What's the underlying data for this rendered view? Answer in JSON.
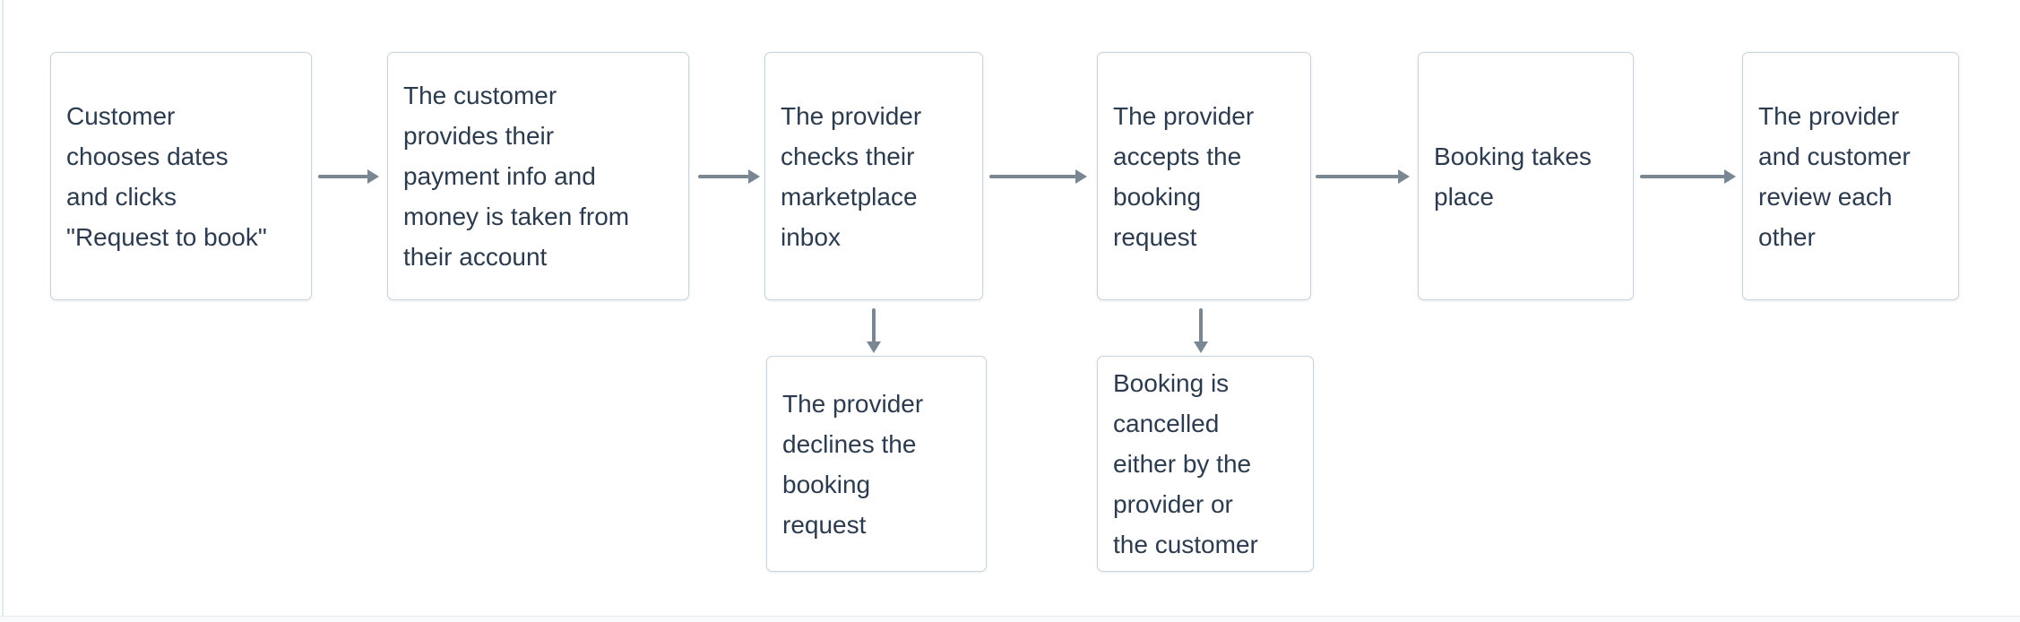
{
  "flow": {
    "main": [
      {
        "text": "Customer\nchooses dates\nand clicks\n\"Request to book\""
      },
      {
        "text": "The customer\nprovides their\npayment info and\nmoney is taken from\ntheir account"
      },
      {
        "text": "The provider\nchecks their\nmarketplace\ninbox"
      },
      {
        "text": "The provider\naccepts the\nbooking\nrequest"
      },
      {
        "text": "Booking takes\nplace"
      },
      {
        "text": "The provider\nand customer\nreview each\nother"
      }
    ],
    "branches": [
      {
        "text": "The provider\ndeclines the\nbooking\nrequest"
      },
      {
        "text": "Booking is\ncancelled\neither by the\nprovider or\nthe customer"
      }
    ]
  },
  "theme": {
    "bg": "#ffffff",
    "node-bg": "#ffffff",
    "node-border": "#c9d3dd",
    "text-color": "#2c3b4d",
    "arrow-color": "#7b8693",
    "left-rule": "#e3e9f1",
    "footer-bg": "#f8fafc",
    "footer-border": "#e9edf2"
  }
}
